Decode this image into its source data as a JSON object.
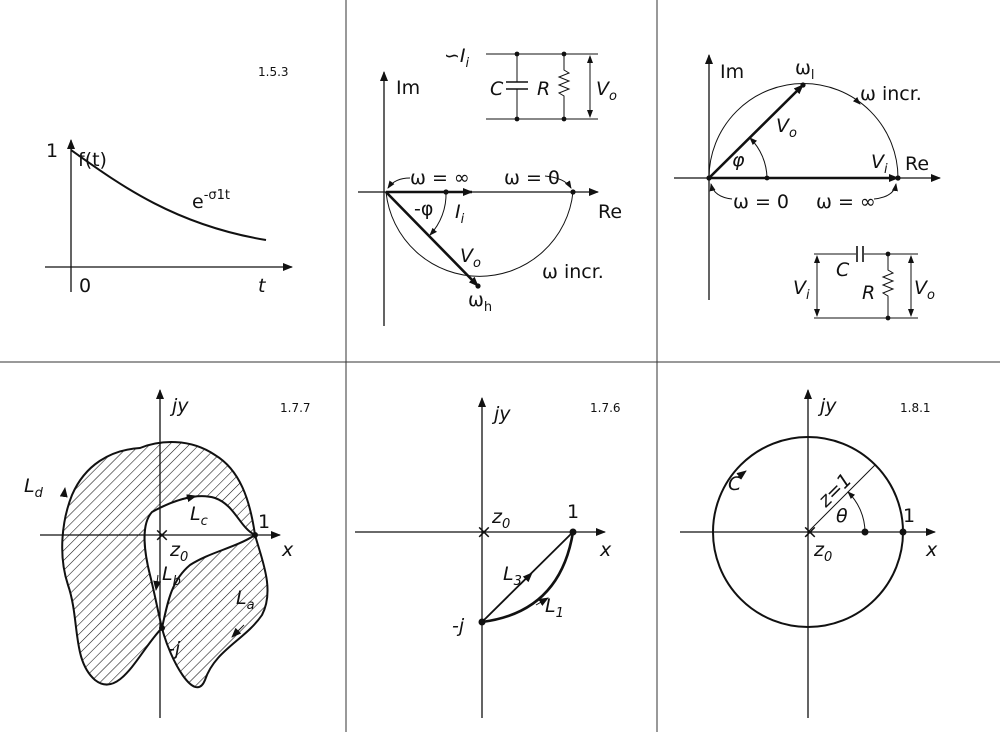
{
  "figure_numbers": [
    "1.5.3",
    "1.7.7",
    "1.7.6",
    "1.8.1"
  ],
  "panel_exp": {
    "ylabel": "f(t)",
    "one": "1",
    "zero": "0",
    "xlabel": "t",
    "curve_base": "e",
    "curve_exp": "-σ1t"
  },
  "panel_rc_parallel": {
    "im": "Im",
    "re": "Re",
    "w_inf": "ω = ∞",
    "w_zero": "ω = 0",
    "phi": "-φ",
    "ii": "I",
    "ii_sub": "i",
    "vo": "V",
    "vo_sub": "o",
    "w_incr": "ω incr.",
    "wh": "ω",
    "wh_sub": "h",
    "src": "∽I",
    "src_sub": "i",
    "cap": "C",
    "res": "R",
    "out": "V",
    "out_sub": "o"
  },
  "panel_rc_series": {
    "im": "Im",
    "re": "Re",
    "wl": "ω",
    "wl_sub": "l",
    "w_incr": "ω incr.",
    "vo": "V",
    "vo_sub": "o",
    "phi": "φ",
    "vi": "V",
    "vi_sub": "i",
    "w_zero": "ω = 0",
    "w_inf": "ω = ∞",
    "cap": "C",
    "res": "R",
    "in": "V",
    "in_sub": "i",
    "out": "V",
    "out_sub": "o"
  },
  "panel_contours": {
    "jy": "jy",
    "x": "x",
    "z0": "z",
    "z0_sub": "0",
    "one": "1",
    "mj": "-j",
    "ld": "L",
    "ld_sub": "d",
    "lc": "L",
    "lc_sub": "c",
    "lb": "L",
    "lb_sub": "b",
    "la": "L",
    "la_sub": "a"
  },
  "panel_paths": {
    "jy": "jy",
    "x": "x",
    "z0": "z",
    "z0_sub": "0",
    "one": "1",
    "mj": "-j",
    "l3": "L",
    "l3_sub": "3",
    "l1": "L",
    "l1_sub": "1"
  },
  "panel_circle": {
    "jy": "jy",
    "x": "x",
    "z0": "z",
    "z0_sub": "0",
    "one": "1",
    "c": "C",
    "radius": "z=1",
    "theta": "θ"
  }
}
